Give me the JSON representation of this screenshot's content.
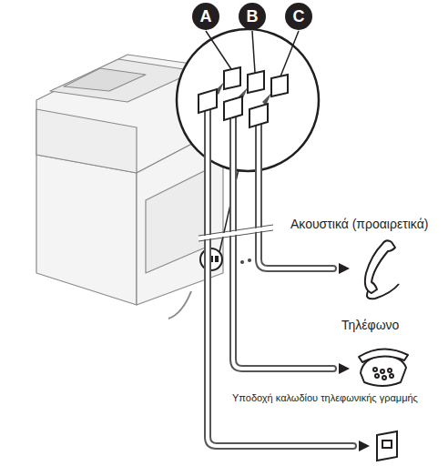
{
  "diagram": {
    "nodes": [
      {
        "text": [
          "A"
        ]
      },
      {
        "text": [
          "B"
        ]
      },
      {
        "text": [
          "C"
        ]
      }
    ],
    "labels": [
      "Ακουστικά (προαιρετικά)",
      "Τηλέφωνο",
      "Υποδοχή καλωδίου τηλεφωνικής γραμμής"
    ]
  }
}
